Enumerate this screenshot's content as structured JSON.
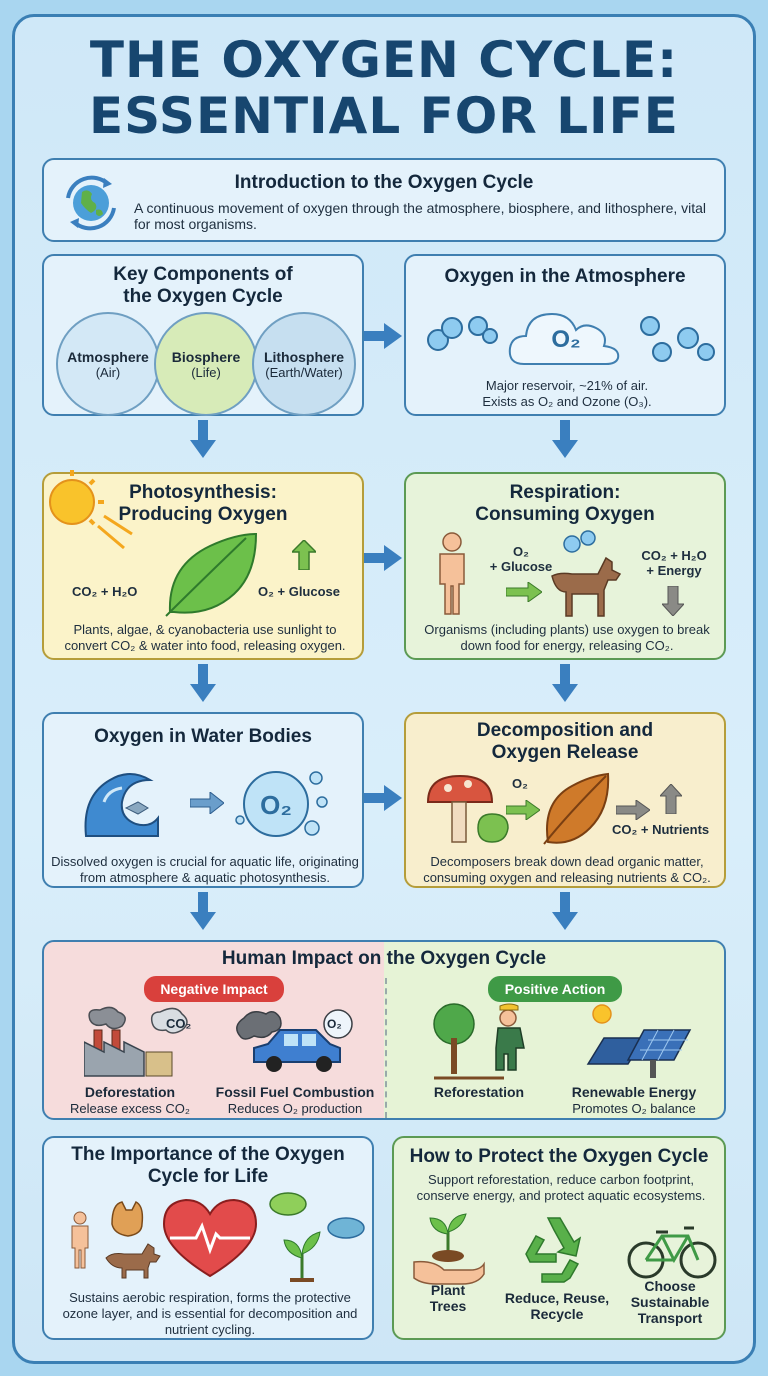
{
  "title": {
    "line1": "THE OXYGEN CYCLE:",
    "line2": "ESSENTIAL FOR LIFE"
  },
  "intro": {
    "heading": "Introduction to the Oxygen Cycle",
    "text": "A continuous movement of oxygen through the atmosphere, biosphere, and lithosphere, vital for most organisms."
  },
  "components": {
    "heading_line1": "Key Components of",
    "heading_line2": "the Oxygen Cycle",
    "items": [
      {
        "name": "Atmosphere",
        "sub": "(Air)"
      },
      {
        "name": "Biosphere",
        "sub": "(Life)"
      },
      {
        "name": "Lithosphere",
        "sub": "(Earth/Water)"
      }
    ]
  },
  "atmosphere": {
    "heading": "Oxygen in the Atmosphere",
    "cloud_label": "O₂",
    "line1": "Major reservoir, ~21% of air.",
    "line2": "Exists as O₂ and Ozone (O₃)."
  },
  "photosynthesis": {
    "heading_line1": "Photosynthesis:",
    "heading_line2": "Producing Oxygen",
    "input": "CO₂ + H₂O",
    "output": "O₂ + Glucose",
    "text": "Plants, algae, & cyanobacteria use sunlight to convert CO₂ & water into food, releasing oxygen."
  },
  "respiration": {
    "heading_line1": "Respiration:",
    "heading_line2": "Consuming Oxygen",
    "input_line1": "O₂",
    "input_line2": "+ Glucose",
    "output_line1": "CO₂ + H₂O",
    "output_line2": "+ Energy",
    "text": "Organisms (including plants) use oxygen to break down food for energy, releasing CO₂."
  },
  "water": {
    "heading": "Oxygen in Water Bodies",
    "bubble_label": "O₂",
    "text": "Dissolved oxygen is crucial for aquatic life, originating from atmosphere & aquatic photosynthesis."
  },
  "decomposition": {
    "heading_line1": "Decomposition and",
    "heading_line2": "Oxygen Release",
    "input": "O₂",
    "output": "CO₂ + Nutrients",
    "text": "Decomposers break down dead organic matter, consuming oxygen and releasing nutrients & CO₂."
  },
  "human_impact": {
    "heading": "Human Impact on the Oxygen Cycle",
    "negative_label": "Negative Impact",
    "positive_label": "Positive Action",
    "factory_cloud": "CO₂",
    "car_cloud": "O₂",
    "items": [
      {
        "title": "Deforestation",
        "sub": "Release excess CO₂"
      },
      {
        "title": "Fossil Fuel Combustion",
        "sub": "Reduces O₂ production"
      },
      {
        "title": "Reforestation",
        "sub": ""
      },
      {
        "title": "Renewable Energy",
        "sub": "Promotes O₂ balance"
      }
    ]
  },
  "importance": {
    "heading_line1": "The Importance of the Oxygen",
    "heading_line2": "Cycle for Life",
    "text": "Sustains aerobic respiration, forms the protective ozone layer, and is essential for decomposition and nutrient cycling."
  },
  "protect": {
    "heading": "How to Protect the Oxygen Cycle",
    "text": "Support reforestation, reduce carbon footprint, conserve energy, and protect aquatic ecosystems.",
    "items": [
      {
        "line1": "Plant",
        "line2": "Trees",
        "line3": ""
      },
      {
        "line1": "Reduce, Reuse,",
        "line2": "Recycle",
        "line3": ""
      },
      {
        "line1": "Choose",
        "line2": "Sustainable",
        "line3": "Transport"
      }
    ]
  },
  "colors": {
    "title": "#17466f",
    "arrow": "#3a7fbf",
    "negative": "#d9403c",
    "positive": "#3f9a46"
  }
}
